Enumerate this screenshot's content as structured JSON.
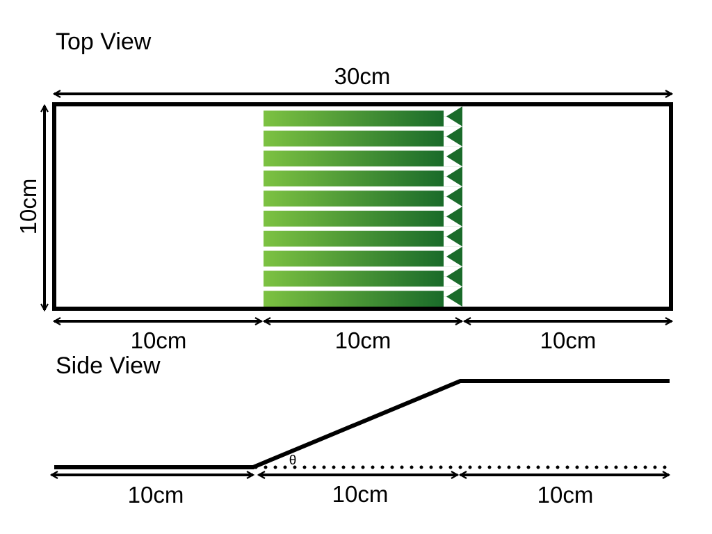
{
  "top_view": {
    "title": "Top View",
    "width_label": "30cm",
    "height_label": "10cm",
    "segment_labels": [
      "10cm",
      "10cm",
      "10cm"
    ],
    "region_color_light": "#7dc242",
    "region_color_dark": "#1a6b2a"
  },
  "side_view": {
    "title": "Side View",
    "segment_labels": [
      "10cm",
      "10cm",
      "10cm"
    ],
    "angle_label": "θ"
  }
}
